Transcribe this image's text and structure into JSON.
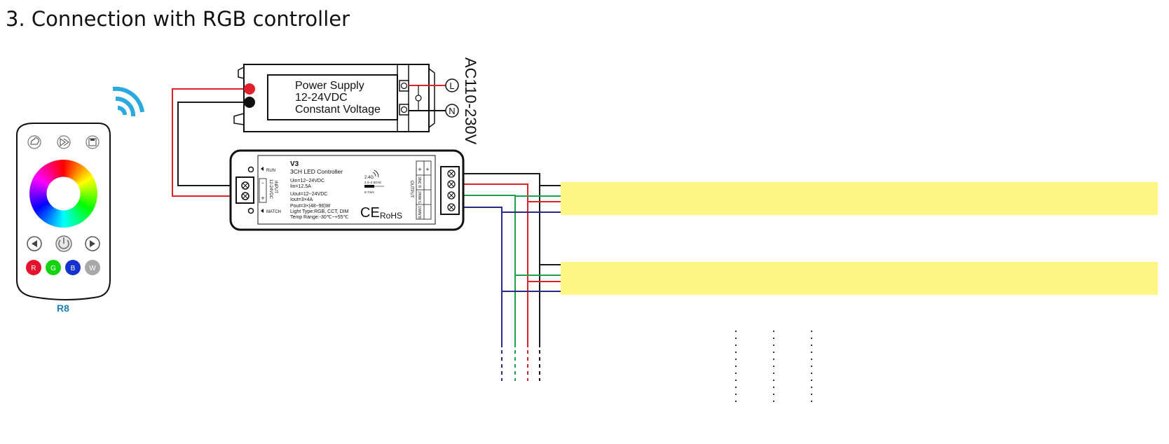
{
  "title": "3. Connection with RGB controller",
  "remote": {
    "model": "R8",
    "color_buttons": [
      "R",
      "G",
      "B",
      "W"
    ],
    "icons": [
      "scene-icon",
      "play-icon",
      "save-icon",
      "left-arrow-icon",
      "power-icon",
      "right-arrow-icon"
    ]
  },
  "power_supply": {
    "lines": [
      "Power Supply",
      "12-24VDC",
      "Constant Voltage"
    ],
    "ac_label": "AC110-230V",
    "terminals": [
      "L",
      "N"
    ]
  },
  "controller": {
    "model": "V3",
    "name": "3CH LED Controller",
    "specs": [
      "Uin=12~24VDC",
      "Iin=12.5A",
      "Uout=12~24VDC",
      "Iout=3×4A",
      "Pout=3×(48~96)W",
      "Light Type:RGB, CCT, DIM",
      "Temp Range:-30℃~+55℃"
    ],
    "run_label": "RUN",
    "match_label": "MATCH",
    "input_label": "INPUT",
    "input_voltage": "12-24VDC",
    "input_minus": "-",
    "input_plus": "+",
    "output_label": "OUTPUT",
    "output_header": [
      "+",
      "+"
    ],
    "output_rows": [
      "1/WW  B",
      "2/NW  G",
      "3/NC  R"
    ],
    "rf_label": "2.4G",
    "rf_freq": "2.4~2.5GHz",
    "rf_range": "6-7m/s",
    "cert": "CE",
    "rohs": "RoHS"
  },
  "colors": {
    "wire_red": "#e0202a",
    "wire_black": "#1a1a1a",
    "wire_green": "#1aa34a",
    "wire_blue": "#2a2a8c",
    "strip": "#fff585",
    "wifi": "#29a9e0",
    "remote_label": "#1f7fb0"
  }
}
